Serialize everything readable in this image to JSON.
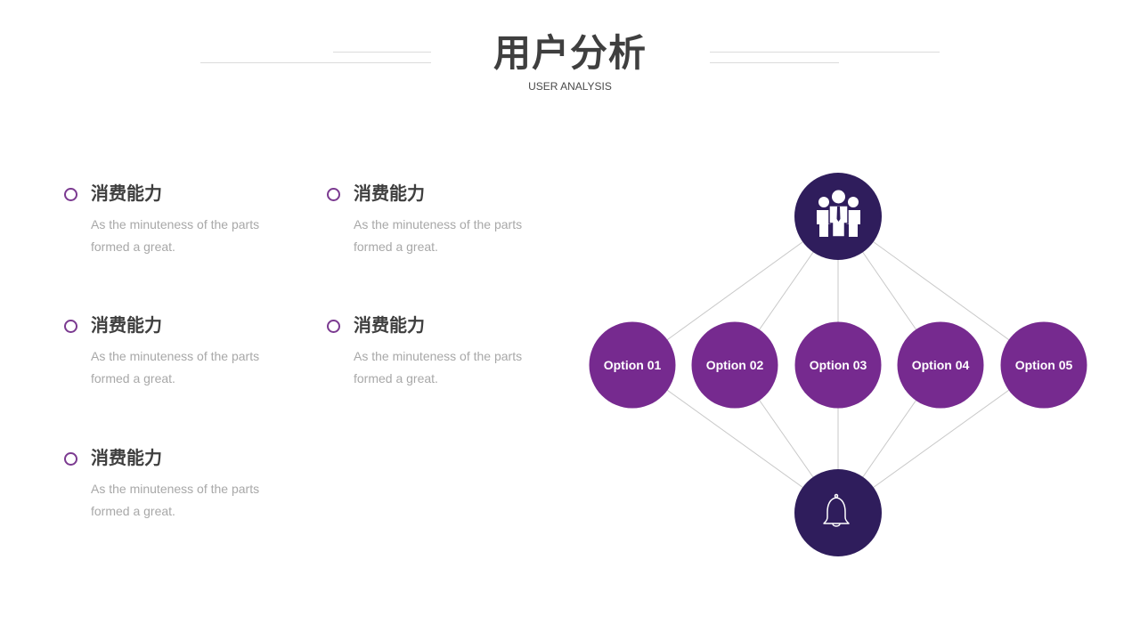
{
  "header": {
    "title": "用户分析",
    "subtitle": "USER ANALYSIS"
  },
  "items": [
    {
      "title": "消费能力",
      "desc": "As the minuteness of the parts formed a great."
    },
    {
      "title": "消费能力",
      "desc": "As the minuteness of the parts formed a great."
    },
    {
      "title": "消费能力",
      "desc": "As the minuteness of the parts formed a great."
    },
    {
      "title": "消费能力",
      "desc": "As the minuteness of the parts formed a great."
    },
    {
      "title": "消费能力",
      "desc": "As the minuteness of the parts formed a great."
    }
  ],
  "diagram": {
    "top_icon": "people-group-icon",
    "bottom_icon": "bell-icon",
    "options": [
      "Option 01",
      "Option 02",
      "Option 03",
      "Option 04",
      "Option 05"
    ]
  },
  "colors": {
    "accent": "#7b3a90",
    "option_fill": "#762a8f",
    "hub_fill": "#2f1d5c",
    "title": "#3f3f3f",
    "desc": "#a8a8a8",
    "lines": "#dcdcdc"
  }
}
